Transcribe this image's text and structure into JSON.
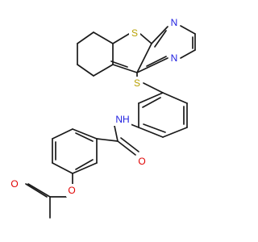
{
  "molecule": {
    "atoms": {
      "s_thiophene": "S",
      "n_pyrimidine_top": "N",
      "n_pyrimidine_bottom": "N",
      "s_thioether": "S",
      "n_amide": "NH",
      "o_amide": "O",
      "o_ester": "O",
      "o_acetyl": "O"
    },
    "colors": {
      "bond": "#1a1a1a",
      "sulfur": "#b8a000",
      "nitrogen": "#2020e0",
      "oxygen": "#e00000"
    }
  }
}
